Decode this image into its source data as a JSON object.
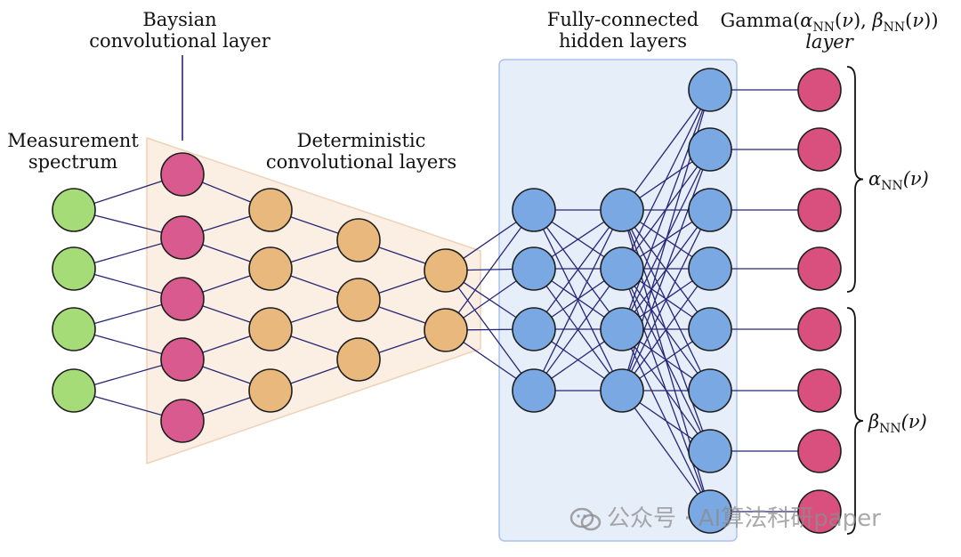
{
  "labels": {
    "measurement": [
      "Measurement",
      "spectrum"
    ],
    "baysian": [
      "Baysian",
      "convolutional layer"
    ],
    "deterministic": [
      "Deterministic",
      "convolutional layers"
    ],
    "fully_connected": [
      "Fully-connected",
      "hidden layers"
    ],
    "gamma_line1": "Gamma(αNN(ν), βNN(ν))",
    "gamma_line2": "layer",
    "alpha": "αNN(ν)",
    "beta": "βNN(ν)"
  },
  "watermark": "公众号 · AI算法科研paper",
  "colors": {
    "input": "#a6dc78",
    "baysian": "#d95a8f",
    "deterministic": "#e8b87c",
    "hidden": "#7aa8e3",
    "output": "#d9507f",
    "edge": "#262676",
    "conv_region": "#fbeee2",
    "fc_region": "#e6eefa"
  },
  "network": {
    "layers": [
      {
        "name": "input",
        "count": 4
      },
      {
        "name": "baysian",
        "count": 5
      },
      {
        "name": "det1",
        "count": 4
      },
      {
        "name": "det2",
        "count": 3
      },
      {
        "name": "det3",
        "count": 2
      },
      {
        "name": "fc1",
        "count": 4
      },
      {
        "name": "fc2",
        "count": 4
      },
      {
        "name": "fc3",
        "count": 8
      },
      {
        "name": "gamma",
        "count": 8
      }
    ]
  }
}
